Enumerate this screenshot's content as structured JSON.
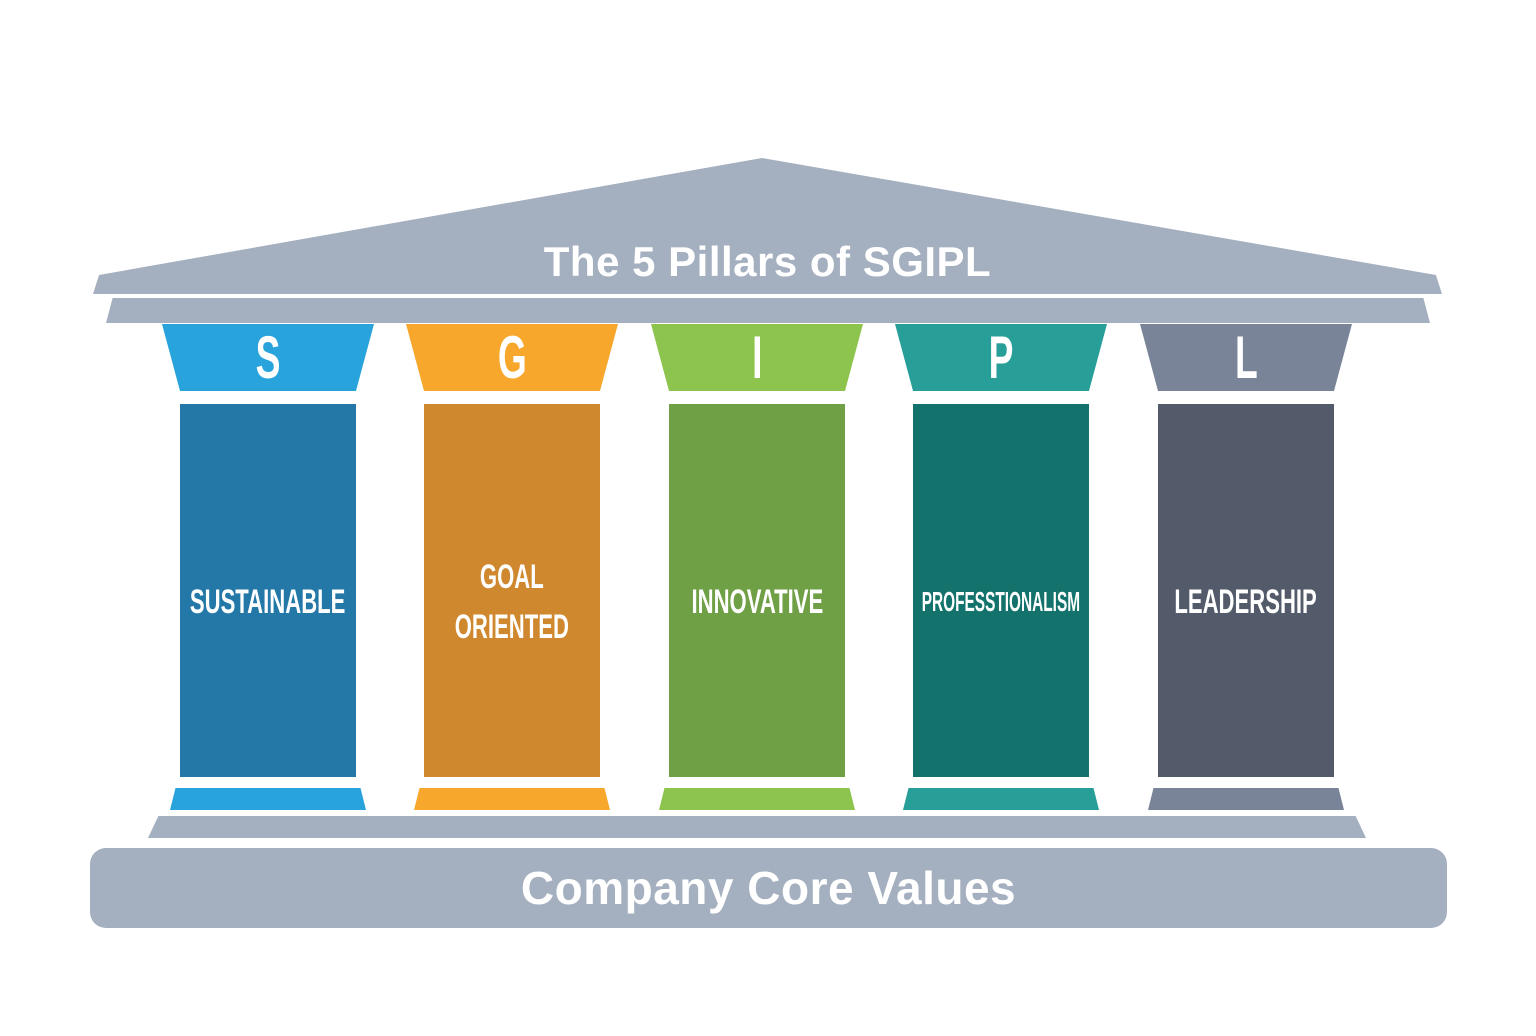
{
  "structure": {
    "gray_color": "#A4AFC0",
    "text_color": "#FFFFFF"
  },
  "header": {
    "title": "The 5 Pillars of SGIPL"
  },
  "footer": {
    "title": "Company Core Values"
  },
  "pillars": [
    {
      "letter": "S",
      "label": "SUSTAINABLE",
      "capital_color": "#29A3DB",
      "shaft_color": "#2478A8"
    },
    {
      "letter": "G",
      "label": "GOAL\nORIENTED",
      "capital_color": "#F7A72B",
      "shaft_color": "#D0882E"
    },
    {
      "letter": "I",
      "label": "INNOVATIVE",
      "capital_color": "#8CC44D",
      "shaft_color": "#6FA046"
    },
    {
      "letter": "P",
      "label": "PROFESSTIONALISM",
      "capital_color": "#279E98",
      "shaft_color": "#13726C"
    },
    {
      "letter": "L",
      "label": "LEADERSHIP",
      "capital_color": "#7A8498",
      "shaft_color": "#535B6A"
    }
  ]
}
